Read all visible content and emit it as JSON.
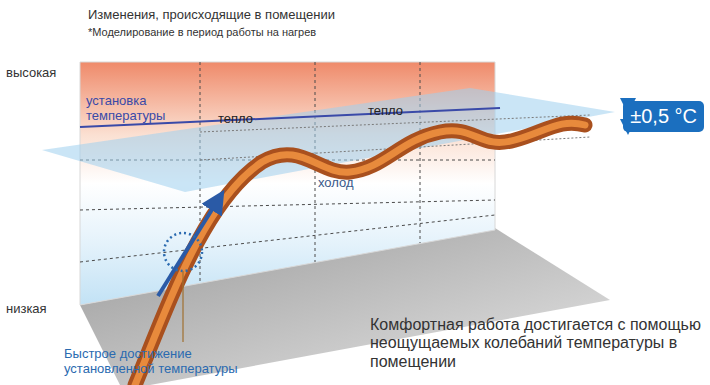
{
  "diagram": {
    "title": "Изменения, происходящие в помещении",
    "caption": "Комфортная работа достигается с помощью неощущаемых колебаний температуры в помещении",
    "nodes": [
      {
        "text": [
          "±0,5 °C"
        ]
      }
    ],
    "labels": [
      "*Моделирование в период работы на нагрев",
      "высокая",
      "низкая",
      "установка температуры",
      "тепло",
      "тепло",
      "холод",
      "Быстрое достижение установленной температуры"
    ]
  }
}
